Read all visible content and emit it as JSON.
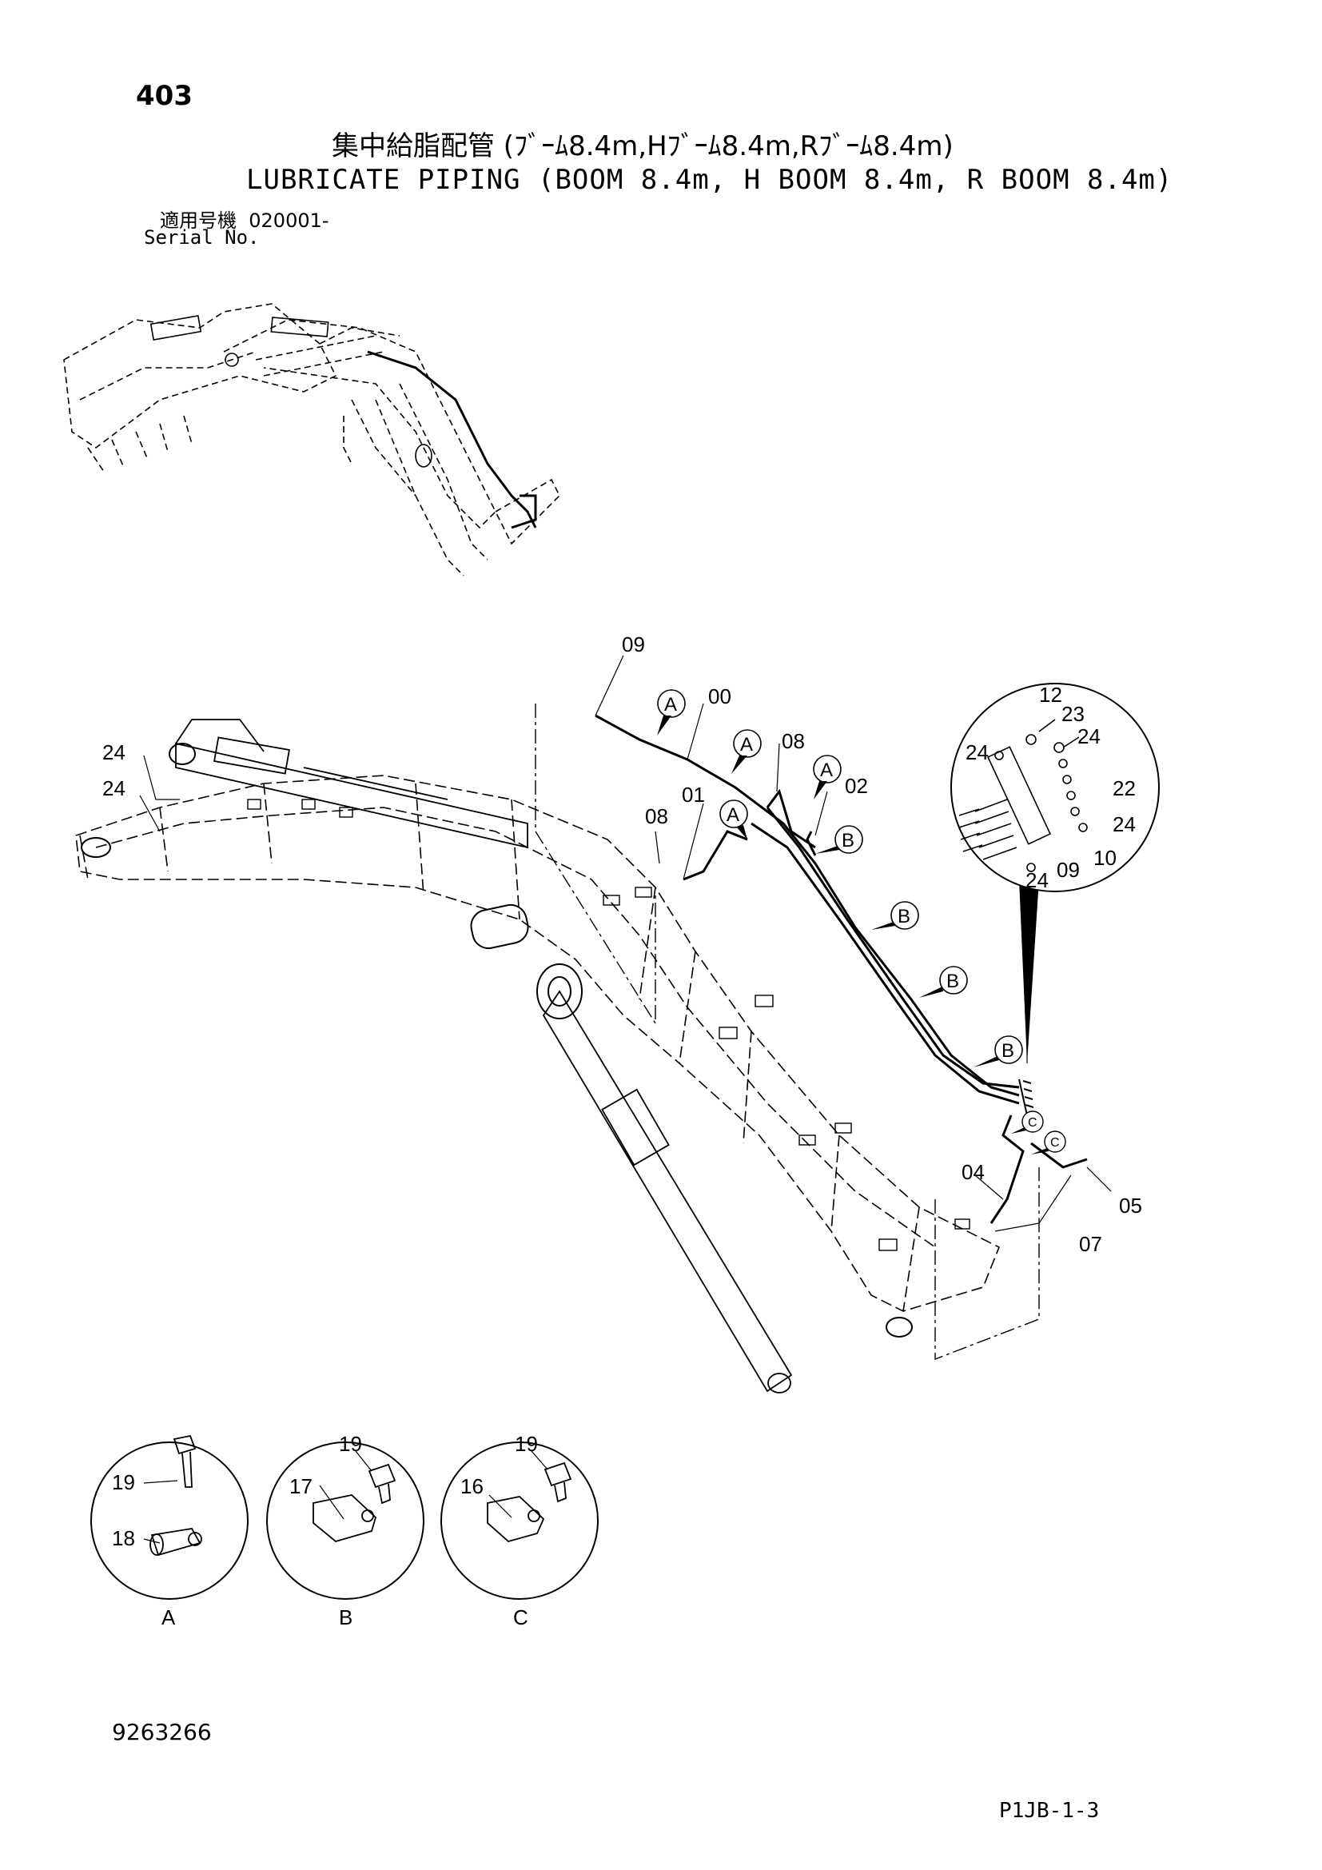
{
  "header": {
    "page_number": "403",
    "title_jp": "集中給脂配管 (ﾌﾞｰﾑ8.4m,Hﾌﾞｰﾑ8.4m,Rﾌﾞｰﾑ8.4m)",
    "title_en": "LUBRICATE PIPING (BOOM 8.4m, H BOOM 8.4m, R BOOM 8.4m)",
    "serial_label_jp": "適用号機",
    "serial_value": "020001-",
    "serial_label_en": "Serial No."
  },
  "callouts": {
    "p09_top": "09",
    "p00": "00",
    "p08_upper": "08",
    "p08_left": "08",
    "p01": "01",
    "p02": "02",
    "p24_upper": "24",
    "p24_lower": "24",
    "p04": "04",
    "p05": "05",
    "p07": "07"
  },
  "detail_block": {
    "p12": "12",
    "p23": "23",
    "p24_a": "24",
    "p24_b": "24",
    "p22": "22",
    "p24_c": "24",
    "p10": "10",
    "p09": "09",
    "p24_d": "24"
  },
  "section_markers": {
    "a": "A",
    "b": "B",
    "c": "C"
  },
  "detail_views": {
    "a": {
      "label": "A",
      "p19": "19",
      "p18": "18"
    },
    "b": {
      "label": "B",
      "p19": "19",
      "p17": "17"
    },
    "c": {
      "label": "C",
      "p19": "19",
      "p16": "16"
    }
  },
  "footer": {
    "doc_number": "9263266",
    "page_code": "P1JB-1-3"
  }
}
